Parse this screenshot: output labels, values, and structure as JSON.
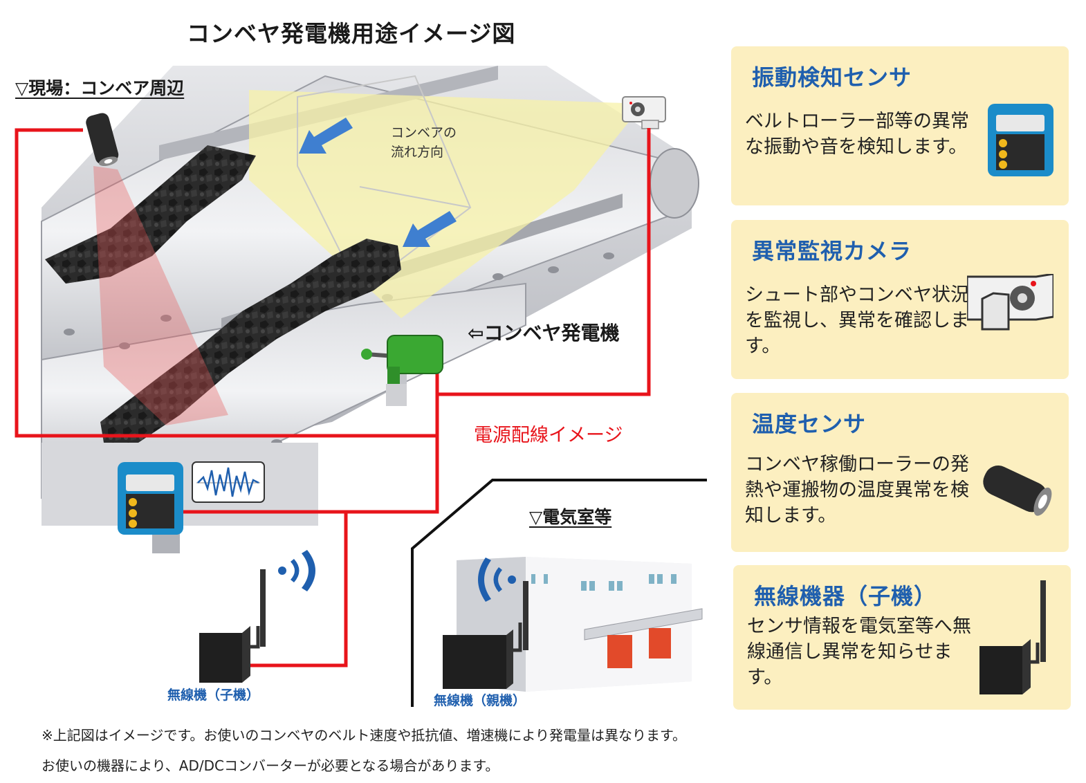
{
  "title": "コンベヤ発電機用途イメージ図",
  "site_label": "▽現場：コンベア周辺",
  "flow_label_line1": "コンベアの",
  "flow_label_line2": "流れ方向",
  "generator_label": "⇦コンベヤ発電機",
  "power_wiring_label": "電源配線イメージ",
  "electric_room_label": "▽電気室等",
  "child_unit_caption": "無線機（子機）",
  "parent_unit_caption": "無線機（親機）",
  "cards": [
    {
      "title": "振動検知センサ",
      "body": "ベルトローラー部等の異常な振動や音を検知します。",
      "icon": "vibration-sensor-icon"
    },
    {
      "title": "異常監視カメラ",
      "body": "シュート部やコンベヤ状況を監視し、異常を確認します。",
      "icon": "security-camera-icon"
    },
    {
      "title": "温度センサ",
      "body": "コンベヤ稼働ローラーの発熱や運搬物の温度異常を検知します。",
      "icon": "temperature-sensor-icon"
    },
    {
      "title": "無線機器（子機）",
      "body": "センサ情報を電気室等へ無線通信し異常を知らせます。",
      "icon": "wireless-unit-icon"
    }
  ],
  "notes": [
    "※上記図はイメージです。お使いのコンベヤのベルト速度や抵抗値、増速機により発電量は異なります。",
    "お使いの機器により、AD/DCコンバーターが必要となる場合があります。"
  ],
  "colors": {
    "wiring": "#e8141b",
    "accent_blue": "#1f5fae",
    "card_bg": "#fcefc0",
    "sensor_teal": "#1b8cc9",
    "generator_green": "#3aa832"
  }
}
